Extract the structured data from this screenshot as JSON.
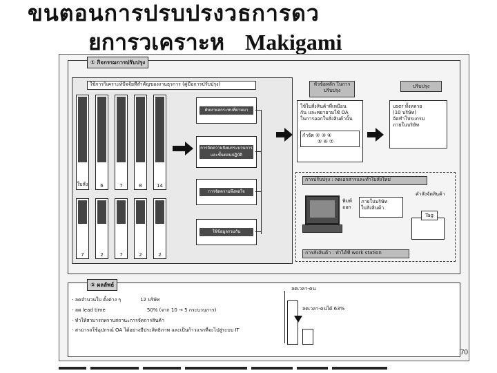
{
  "title": {
    "line1": "ขนตอนการปรบปรงวธการดว",
    "line2_th": "ยการวเคราะห",
    "line2_en": "Makigami"
  },
  "section1": {
    "header": "① กิจกรรมการปรับปรุง",
    "analysis_header": "ใช้การวิเคราะห์ปัจจัยที่สำคัญของงานธุรการ (คู่มือการปรับปรุง)",
    "steps": [
      "ค้นหาผลกระทบที่ตามมา",
      "การจัดความนิยมกระบวนการและขั้นตอนปฏิบัติ",
      "การจัดความพึงพอใจ",
      "ใช้ข้อมูลรวมกัน"
    ],
    "col_numbers_top": [
      "ใบสั่ง",
      "6",
      "7",
      "8",
      "14"
    ],
    "col_numbers_bottom": [
      "7",
      "2",
      "7",
      "2",
      "2"
    ],
    "ideas_header": "หัวข้อหลัก ในการปรับปรุง",
    "ideas_text": [
      "ใช้ใบสั่งสินค้าที่เหมือน",
      "กัน และพยายามใช้ OA",
      "ในการออกใบสั่งสินค้านั้น"
    ],
    "ideas_grid": [
      "กำจัด",
      "②",
      "③",
      "④",
      "⑤",
      "⑥",
      "⑦"
    ],
    "result_header": "ปรับปรุง",
    "result_text": [
      "user ทั้งหลาย",
      "(10 บริษัท)",
      "จัดทำโปรแกรม",
      "ภายในบริษัท"
    ],
    "improve_header": "การปรับปรุง : ลดเอกสารและทำใบสั่งใหม่",
    "monitor_label": "พิมพ์ ออก",
    "doc_label": [
      "ภายในบริษัท",
      "ใบสั่งสินค้า"
    ],
    "order_label": "คำสั่งจัดสินค้า",
    "tag_label": "Tag",
    "improve_footer": "การสั่งสินค้า : ทำได้ที่ work station"
  },
  "section2": {
    "header": "② ผลลัพธ์",
    "results": [
      {
        "label": "ลดจำนวนใบ ตั้งต่าง ๆ",
        "value": "12 บริษัท"
      },
      {
        "label": "ลด lead time",
        "value": "50% (จาก 10 → 5 กระบวนการ)"
      },
      {
        "label": "ทำให้สามารถทราบสถานะการจัดการสินค้า",
        "value": ""
      },
      {
        "label": "สามารถใช้อุปกรณ์ OA ได้อย่างมีประสิทธิภาพ และเป็นก้าวแรกที่จะไปสู่ระบบ IT",
        "value": ""
      }
    ],
    "chart_title": "ลดเวลา-คน",
    "chart_note": "ลดเวลา-คนได้ 63%"
  },
  "page_number": "70"
}
